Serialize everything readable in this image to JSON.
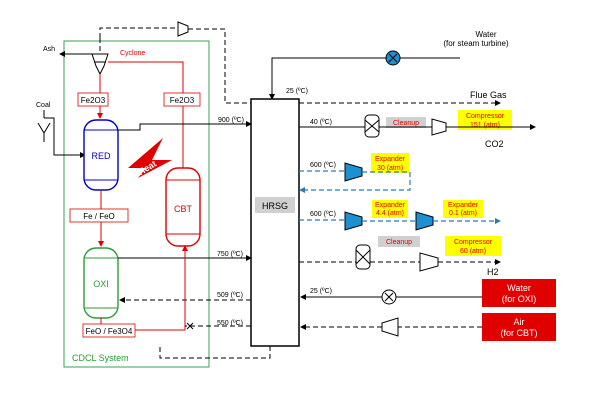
{
  "colors": {
    "system_box": "#3aa05a",
    "reducer": "#0000cc",
    "oxidizer": "#2e9a3a",
    "combustor": "#e00000",
    "heat_arrow": "#e00000",
    "expander": "#1e8fd0",
    "pump": "#1e8fd0",
    "label_bg": "#ffff00",
    "label_bg_gray": "#d0d0d0",
    "input_box": "#e00000"
  },
  "labels": {
    "ash": "Ash",
    "cyclone": "Cyclone",
    "coal": "Coal",
    "fe2o3_left": "Fe2O3",
    "fe2o3_right": "Fe2O3",
    "red": "RED",
    "heat": "Heat",
    "cbt": "CBT",
    "fe_feo": "Fe / FeO",
    "oxi": "OXI",
    "feo_fe3o4": "FeO / Fe3O4",
    "cdcl_system": "CDCL System",
    "hrsg": "HRSG",
    "water_turbine_1": "Water",
    "water_turbine_2": "(for steam turbine)",
    "flue_gas": "Flue Gas",
    "co2": "CO2",
    "h2": "H2"
  },
  "temperatures": {
    "t_25_top": "25 (ºC)",
    "t_900": "900 (ºC)",
    "t_40": "40 (ºC)",
    "t_600_a": "600 (ºC)",
    "t_600_b": "600 (ºC)",
    "t_750": "750 (ºC)",
    "t_509": "509 (ºC)",
    "t_25_mid": "25 (ºC)",
    "t_550": "550 (ºC)"
  },
  "units": {
    "cleanup_1": "Cleanup",
    "cleanup_2": "Cleanup",
    "compressor_151_1": "Compressor",
    "compressor_151_2": "151 (atm)",
    "expander_30_1": "Expander",
    "expander_30_2": "30 (atm)",
    "expander_44_1": "Expander",
    "expander_44_2": "4.4 (atm)",
    "expander_01_1": "Expander",
    "expander_01_2": "0.1 (atm)",
    "compressor_60_1": "Compressor",
    "compressor_60_2": "60 (atm)"
  },
  "inputs": {
    "water_oxi_1": "Water",
    "water_oxi_2": "(for OXI)",
    "air_cbt_1": "Air",
    "air_cbt_2": "(for CBT)"
  }
}
